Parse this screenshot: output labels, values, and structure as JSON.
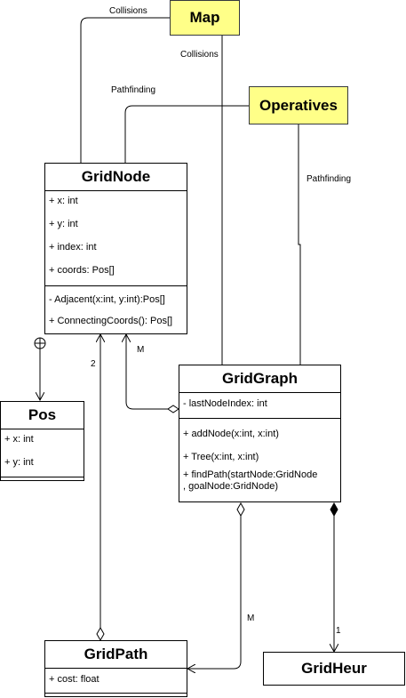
{
  "notes": {
    "map": "Map",
    "operatives": "Operatives"
  },
  "classes": {
    "gridnode": {
      "name": "GridNode",
      "attributes": [
        "+ x: int",
        "+ y: int",
        "+ index: int",
        "+ coords: Pos[]"
      ],
      "methods": [
        "- Adjacent(x:int, y:int):Pos[]",
        "+ ConnectingCoords(): Pos[]"
      ]
    },
    "pos": {
      "name": "Pos",
      "attributes": [
        "+ x: int",
        "+ y: int"
      ]
    },
    "gridgraph": {
      "name": "GridGraph",
      "attributes": [
        "- lastNodeIndex: int"
      ],
      "methods": [
        "+ addNode(x:int, x:int)",
        "+ Tree(x:int, x:int)",
        "+ findPath(startNode:GridNode\n, goalNode:GridNode)"
      ]
    },
    "gridpath": {
      "name": "GridPath",
      "attributes": [
        "+ cost: float"
      ]
    },
    "gridheur": {
      "name": "GridHeur"
    }
  },
  "labels": {
    "collisions_top": "Collisions",
    "collisions_mid": "Collisions",
    "pathfinding_left": "Pathfinding",
    "pathfinding_right": "Pathfinding",
    "mult_node_graph": "M",
    "mult_node_path": "2",
    "mult_graph_path": "M",
    "mult_graph_heur": "1"
  }
}
